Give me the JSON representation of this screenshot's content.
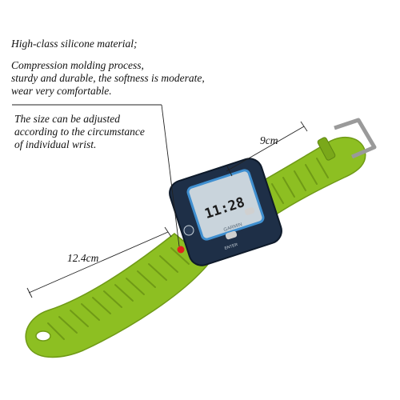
{
  "features": {
    "material": "High-class silicone material;",
    "process": "Compression molding process,\nsturdy and durable, the softness is moderate,\nwear very comfortable.",
    "size_note": "The size can be adjusted\naccording to the circumstance\nof individual wrist."
  },
  "dimensions": {
    "strap_length": "9cm",
    "band_length": "12.4cm"
  },
  "watch": {
    "brand": "GARMIN",
    "time": "11:28",
    "enter_label": "ENTER"
  },
  "colors": {
    "strap": "#8dbf22",
    "strap_dark": "#6f9a16",
    "bezel": "#1e2f47",
    "accent": "#e0231d"
  }
}
